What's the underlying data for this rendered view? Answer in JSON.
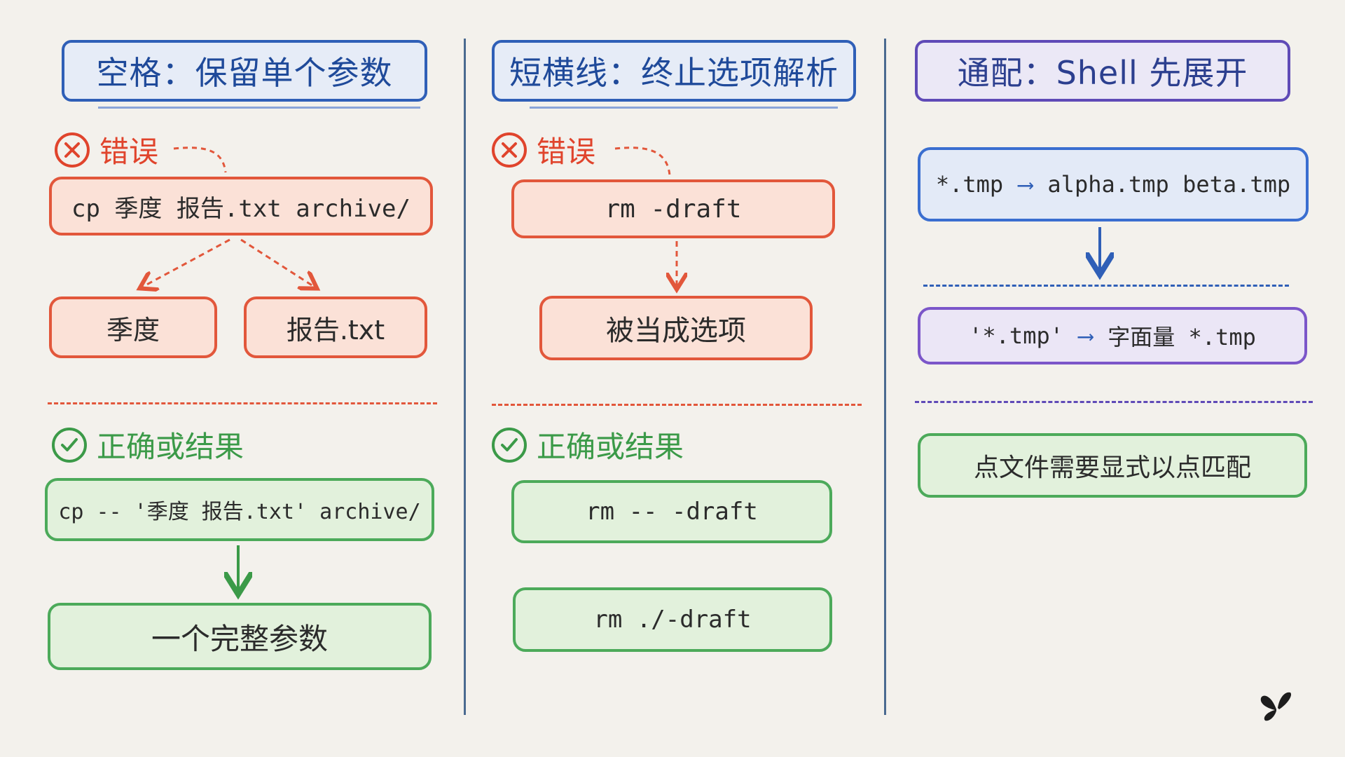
{
  "col1": {
    "header": "空格：保留单个参数",
    "wrong_label": "错误",
    "wrong_cmd": "cp 季度 报告.txt archive/",
    "split_left": "季度",
    "split_right": "报告.txt",
    "right_label": "正确或结果",
    "right_cmd": "cp -- '季度 报告.txt' archive/",
    "result": "一个完整参数"
  },
  "col2": {
    "header": "短横线：终止选项解析",
    "wrong_label": "错误",
    "wrong_cmd": "rm -draft",
    "wrong_result": "被当成选项",
    "right_label": "正确或结果",
    "right_cmd1": "rm -- -draft",
    "right_cmd2": "rm ./-draft"
  },
  "col3": {
    "header": "通配：Shell 先展开",
    "glob_pattern": "*.tmp",
    "glob_expansion": "alpha.tmp beta.tmp",
    "quoted_pattern": "'*.tmp'",
    "literal_label": "字面量 *.tmp",
    "dotfile_note": "点文件需要显式以点匹配"
  },
  "colors": {
    "red": "#e2573b",
    "green": "#4caa5a",
    "blue": "#2f5fb7",
    "purple": "#7b56c9"
  },
  "icons": {
    "error": "cross-circle-icon",
    "ok": "check-circle-icon",
    "logo": "butterfly-logo-icon"
  }
}
